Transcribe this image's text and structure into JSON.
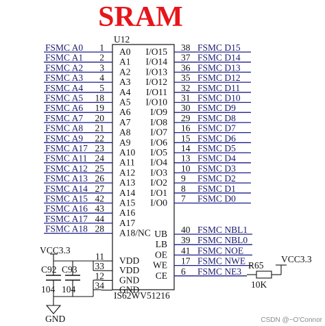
{
  "title": "SRAM",
  "chip": {
    "ref": "U12",
    "part": "IS62WV51216"
  },
  "left_pins": [
    {
      "net": "FSMC_A0",
      "num": "1",
      "pin": "A0"
    },
    {
      "net": "FSMC_A1",
      "num": "2",
      "pin": "A1"
    },
    {
      "net": "FSMC_A2",
      "num": "3",
      "pin": "A2"
    },
    {
      "net": "FSMC_A3",
      "num": "4",
      "pin": "A3"
    },
    {
      "net": "FSMC_A4",
      "num": "5",
      "pin": "A4"
    },
    {
      "net": "FSMC_A5",
      "num": "18",
      "pin": "A5"
    },
    {
      "net": "FSMC_A6",
      "num": "19",
      "pin": "A6"
    },
    {
      "net": "FSMC_A7",
      "num": "20",
      "pin": "A7"
    },
    {
      "net": "FSMC_A8",
      "num": "21",
      "pin": "A8"
    },
    {
      "net": "FSMC_A9",
      "num": "22",
      "pin": "A9"
    },
    {
      "net": "FSMC_A17",
      "num": "23",
      "pin": "A10"
    },
    {
      "net": "FSMC_A11",
      "num": "24",
      "pin": "A11"
    },
    {
      "net": "FSMC_A12",
      "num": "25",
      "pin": "A12"
    },
    {
      "net": "FSMC_A13",
      "num": "26",
      "pin": "A13"
    },
    {
      "net": "FSMC_A14",
      "num": "27",
      "pin": "A14"
    },
    {
      "net": "FSMC_A15",
      "num": "42",
      "pin": "A15"
    },
    {
      "net": "FSMC_A16",
      "num": "43",
      "pin": "A16"
    },
    {
      "net": "FSMC_A17",
      "num": "44",
      "pin": "A17"
    },
    {
      "net": "FSMC_A18",
      "num": "28",
      "pin": "A18/NC"
    }
  ],
  "right_pins": [
    {
      "pin": "I/O15",
      "num": "38",
      "net": "FSMC_D15"
    },
    {
      "pin": "I/O14",
      "num": "37",
      "net": "FSMC_D14"
    },
    {
      "pin": "I/O13",
      "num": "36",
      "net": "FSMC_D13"
    },
    {
      "pin": "I/O12",
      "num": "35",
      "net": "FSMC_D12"
    },
    {
      "pin": "I/O11",
      "num": "32",
      "net": "FSMC_D11"
    },
    {
      "pin": "I/O10",
      "num": "31",
      "net": "FSMC_D10"
    },
    {
      "pin": "I/O9",
      "num": "30",
      "net": "FSMC_D9"
    },
    {
      "pin": "I/O8",
      "num": "29",
      "net": "FSMC_D8"
    },
    {
      "pin": "I/O7",
      "num": "16",
      "net": "FSMC_D7"
    },
    {
      "pin": "I/O6",
      "num": "15",
      "net": "FSMC_D6"
    },
    {
      "pin": "I/O5",
      "num": "14",
      "net": "FSMC_D5"
    },
    {
      "pin": "I/O4",
      "num": "13",
      "net": "FSMC_D4"
    },
    {
      "pin": "I/O3",
      "num": "10",
      "net": "FSMC_D3"
    },
    {
      "pin": "I/O2",
      "num": "9",
      "net": "FSMC_D2"
    },
    {
      "pin": "I/O1",
      "num": "8",
      "net": "FSMC_D1"
    },
    {
      "pin": "I/O0",
      "num": "7",
      "net": "FSMC_D0"
    }
  ],
  "control_pins": [
    {
      "pin": "UB",
      "num": "40",
      "net": "FSMC_NBL1"
    },
    {
      "pin": "LB",
      "num": "39",
      "net": "FSMC_NBL0"
    },
    {
      "pin": "OE",
      "num": "41",
      "net": "FSMC_NOE"
    },
    {
      "pin": "WE",
      "num": "17",
      "net": "FSMC_NWE"
    },
    {
      "pin": "CE",
      "num": "6",
      "net": "FSMC_NE3"
    }
  ],
  "power_pins": [
    {
      "num": "11",
      "pin": "VDD"
    },
    {
      "num": "33",
      "pin": "VDD"
    },
    {
      "num": "12",
      "pin": "GND"
    },
    {
      "num": "34",
      "pin": "GND"
    }
  ],
  "power": {
    "vcc_left": "VCC3.3",
    "vcc_right": "VCC3.3",
    "gnd": "GND"
  },
  "caps": [
    {
      "ref": "C92",
      "value": "104"
    },
    {
      "ref": "C93",
      "value": "104"
    }
  ],
  "resistor": {
    "ref": "R65",
    "value": "10K"
  },
  "watermark": "CSDN @~O'Connor",
  "colors": {
    "title": "#e8141b",
    "net_line": "#1a1a8c",
    "wire": "#111111"
  }
}
